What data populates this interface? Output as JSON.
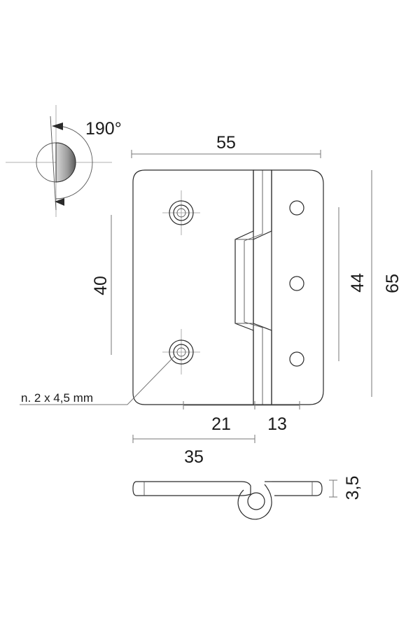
{
  "labels": {
    "opening_angle": "190°",
    "overall_width": "55",
    "hole_spacing_left": "40",
    "hole_spacing_right": "44",
    "overall_height": "65",
    "hole_note": "n. 2 x 4,5 mm",
    "dim_21": "21",
    "dim_13": "13",
    "dim_35": "35",
    "thickness": "3,5"
  },
  "colors": {
    "line": "#2a2a2a",
    "pin_shade": "#8a8a8a",
    "dimension": "#777777"
  }
}
